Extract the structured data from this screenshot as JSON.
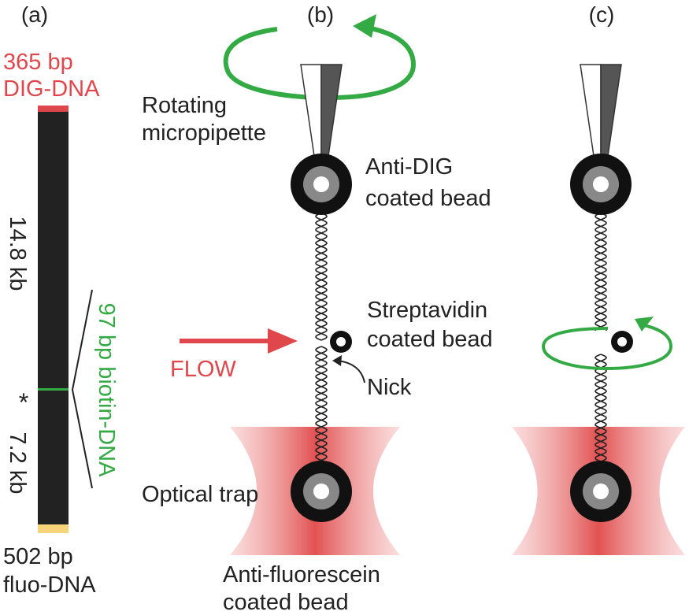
{
  "panels": {
    "a": "(a)",
    "b": "(b)",
    "c": "(c)"
  },
  "construct": {
    "dig_top": "365 bp",
    "dig_bottom": "DIG-DNA",
    "length_upper": "14.8 kb",
    "length_lower": "7.2 kb",
    "biotin_label": "97 bp biotin-DNA",
    "asterisk": "*",
    "fluo_top": "502 bp",
    "fluo_bottom": "fluo-DNA"
  },
  "labels": {
    "rotating_1": "Rotating",
    "rotating_2": "micropipette",
    "antidig_1": "Anti-DIG",
    "antidig_2": "coated bead",
    "strep_1": "Streptavidin",
    "strep_2": "coated bead",
    "flow": "FLOW",
    "nick": "Nick",
    "trap": "Optical trap",
    "antifluo_1": "Anti-fluorescein",
    "antifluo_2": "coated bead"
  },
  "colors": {
    "red": "#e0474c",
    "green": "#33aa44",
    "dna_bar": "#222222",
    "fluo": "#f7d47a"
  }
}
